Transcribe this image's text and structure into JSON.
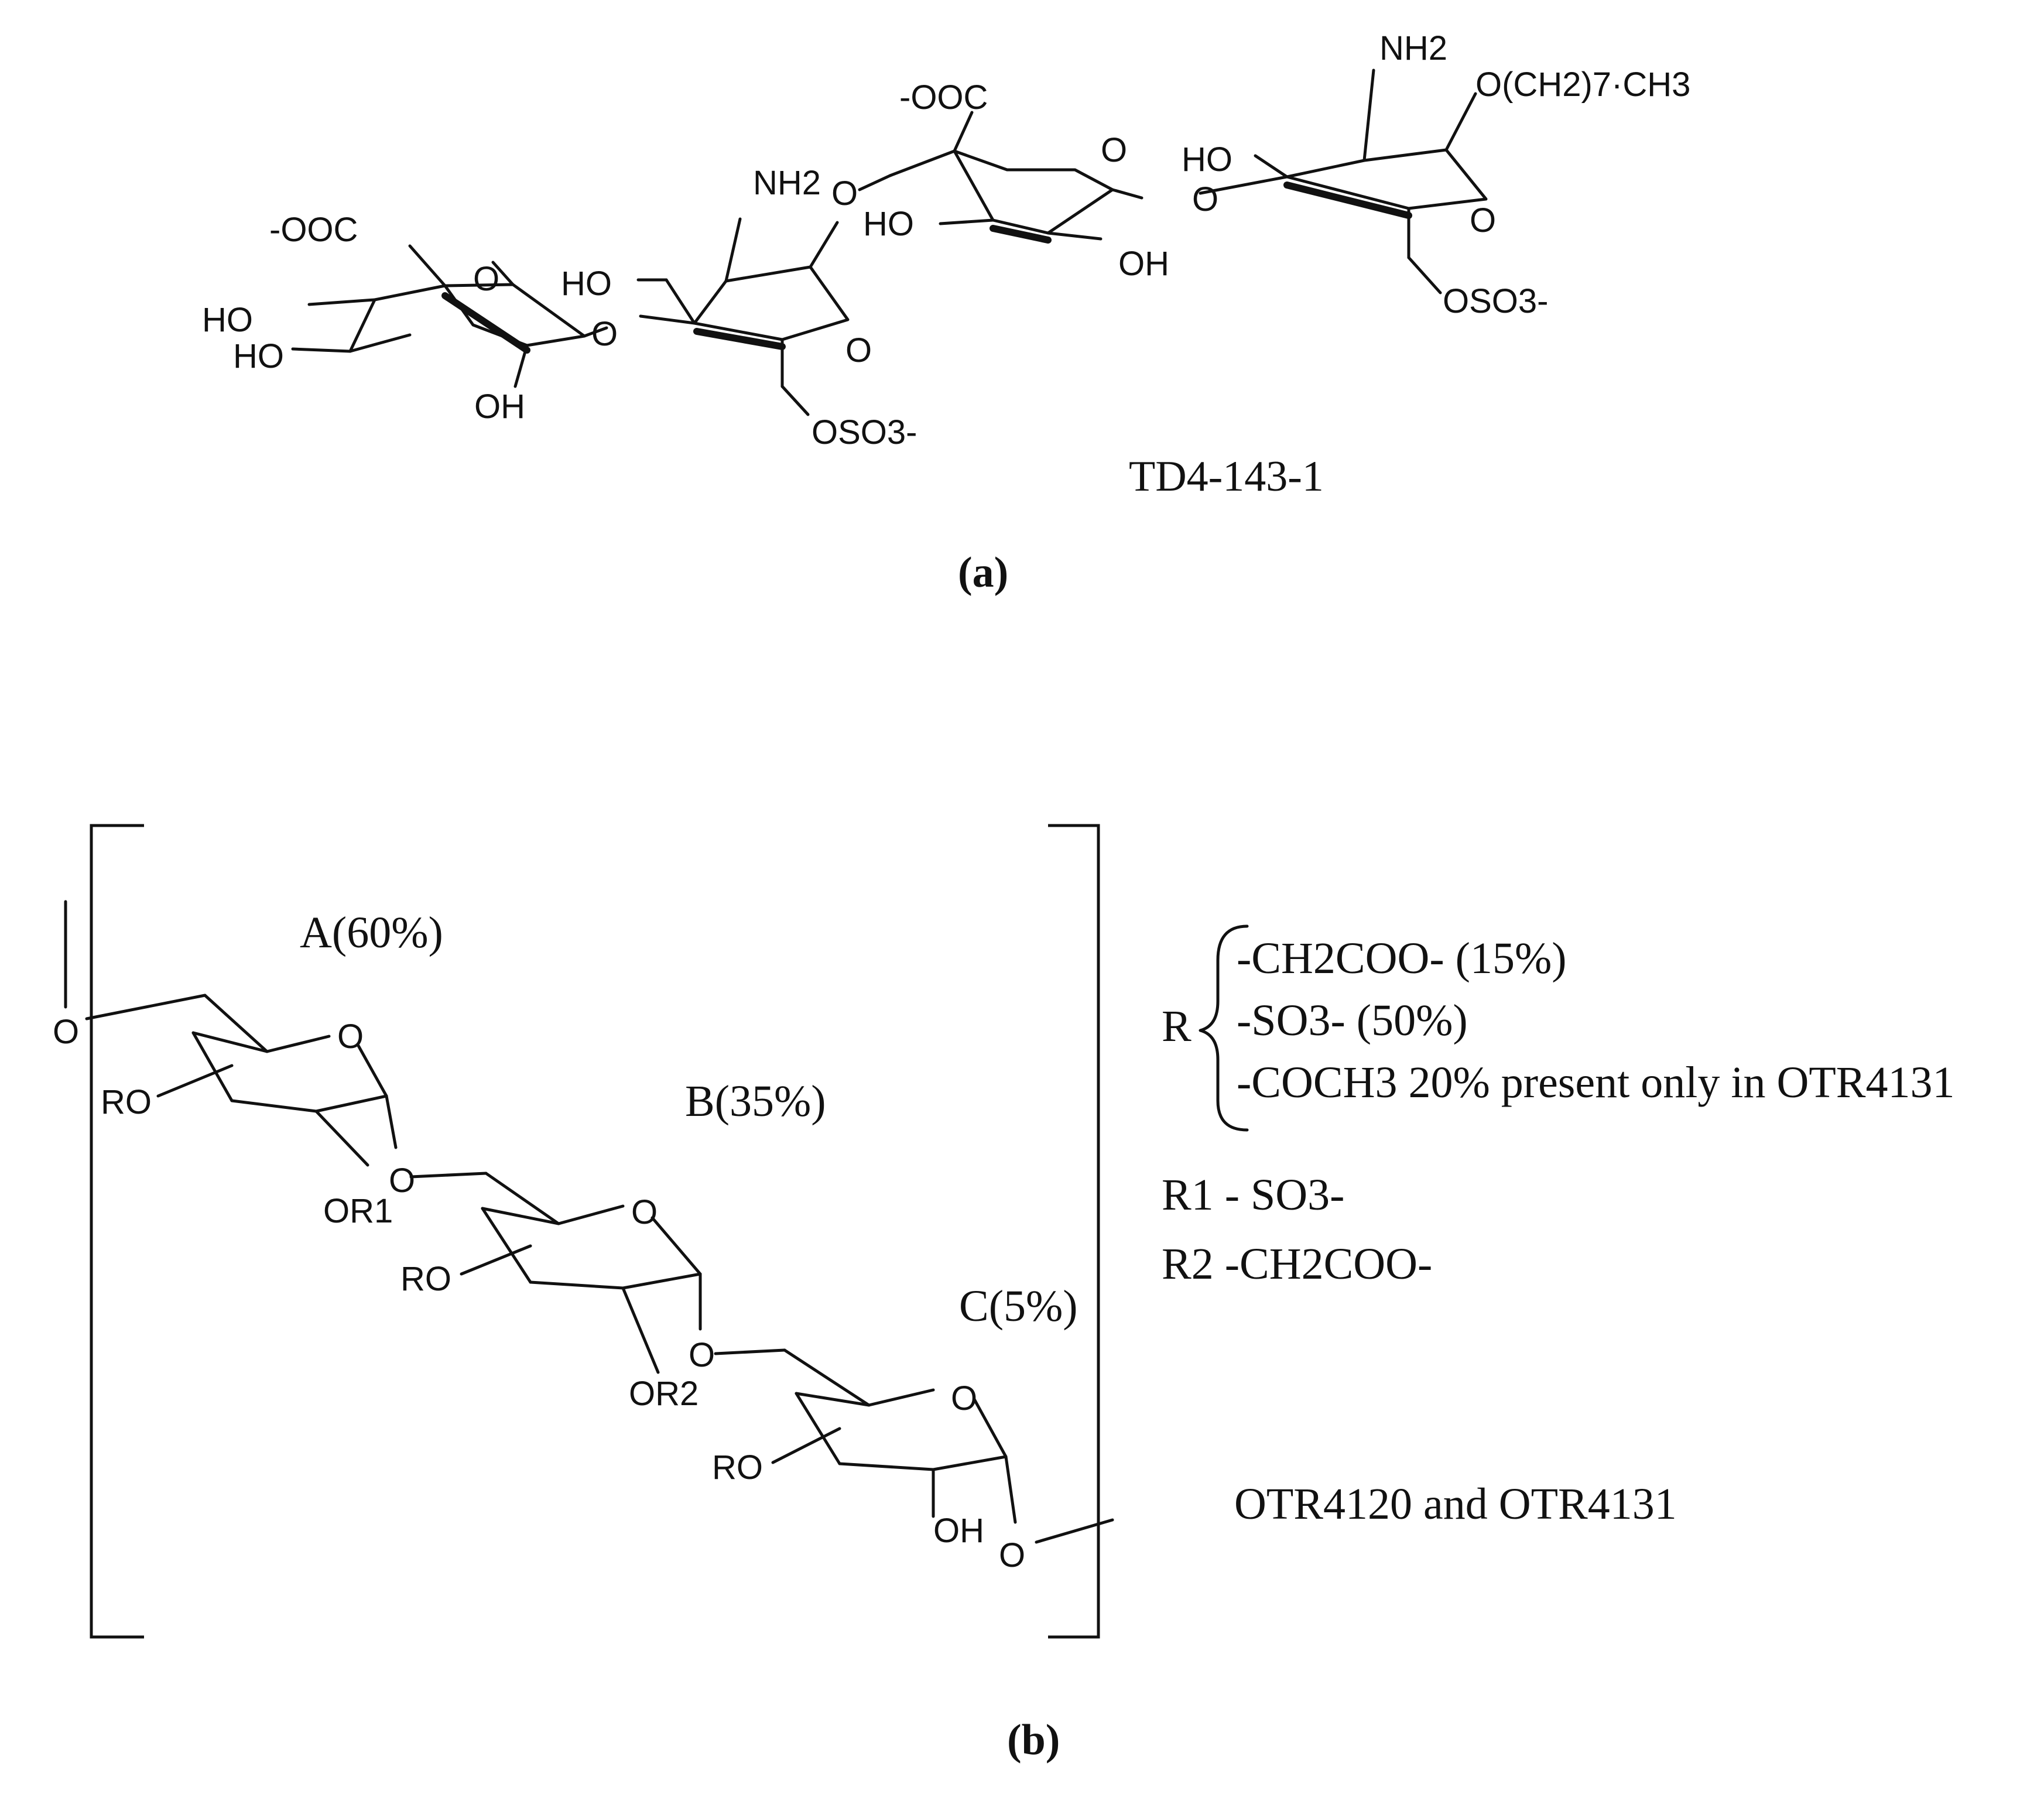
{
  "part_a": {
    "compound_label": "TD4-143-1",
    "caption": "(a)",
    "atoms": {
      "ooc_1": "-OOC",
      "ho_1": "HO",
      "ho_2": "HO",
      "oh_1": "OH",
      "ring_o_1": "O",
      "link_o_1": "O",
      "ho_3": "HO",
      "nh2_1": "NH2",
      "ring_o_2": "O",
      "o_1": "O",
      "oso3_1": "OSO3-",
      "ooc_2": "-OOC",
      "ring_o_3": "O",
      "ho_4": "HO",
      "oh_2": "OH",
      "link_o_2": "O",
      "ho_5": "HO",
      "nh2_2": "NH2",
      "octyl": "O(CH2)7·CH3",
      "ring_o_4": "O",
      "oso3_2": "OSO3-"
    }
  },
  "part_b": {
    "caption": "(b)",
    "unit_a": "A(60%)",
    "unit_b": "B(35%)",
    "unit_c": "C(5%)",
    "atoms": {
      "o_left": "O",
      "ring_o_a": "O",
      "ro_a": "RO",
      "or1": "OR1",
      "link_o_ab": "O",
      "ring_o_b": "O",
      "ro_b": "RO",
      "or2": "OR2",
      "link_o_bc": "O",
      "ring_o_c": "O",
      "ro_c": "RO",
      "oh_c": "OH",
      "o_right": "O"
    },
    "r_label": "R",
    "r_options": [
      "-CH2COO- (15%)",
      "-SO3- (50%)",
      "-COCH3 20% present only in OTR4131"
    ],
    "r1": "R1 - SO3-",
    "r2": "R2 -CH2COO-",
    "compounds": "OTR4120 and OTR4131"
  }
}
